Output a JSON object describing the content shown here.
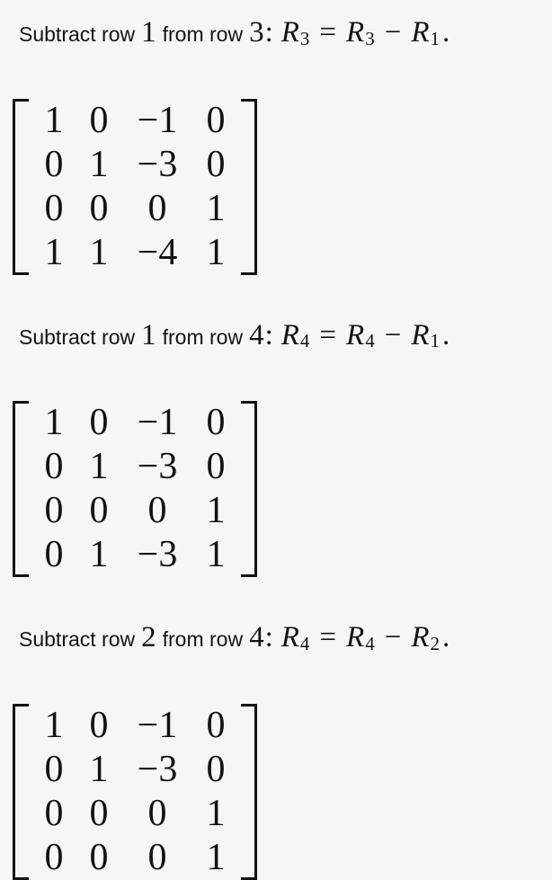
{
  "page": {
    "background": "#f6f6f6",
    "text_color": "#131313"
  },
  "steps": [
    {
      "text": {
        "part1": "Subtract row",
        "num1": "1",
        "part2": "from row",
        "num2": "3",
        "colon": ":",
        "r1": "R",
        "s1": "3",
        "eq": "=",
        "r2": "R",
        "s2": "3",
        "minus": "−",
        "r3": "R",
        "s3": "1",
        "dot": "."
      },
      "matrix": [
        [
          "1",
          "0",
          "−1",
          "0"
        ],
        [
          "0",
          "1",
          "−3",
          "0"
        ],
        [
          "0",
          "0",
          "0",
          "1"
        ],
        [
          "1",
          "1",
          "−4",
          "1"
        ]
      ]
    },
    {
      "text": {
        "part1": "Subtract row",
        "num1": "1",
        "part2": "from row",
        "num2": "4",
        "colon": ":",
        "r1": "R",
        "s1": "4",
        "eq": "=",
        "r2": "R",
        "s2": "4",
        "minus": "−",
        "r3": "R",
        "s3": "1",
        "dot": "."
      },
      "matrix": [
        [
          "1",
          "0",
          "−1",
          "0"
        ],
        [
          "0",
          "1",
          "−3",
          "0"
        ],
        [
          "0",
          "0",
          "0",
          "1"
        ],
        [
          "0",
          "1",
          "−3",
          "1"
        ]
      ]
    },
    {
      "text": {
        "part1": "Subtract row",
        "num1": "2",
        "part2": "from row",
        "num2": "4",
        "colon": ":",
        "r1": "R",
        "s1": "4",
        "eq": "=",
        "r2": "R",
        "s2": "4",
        "minus": "−",
        "r3": "R",
        "s3": "2",
        "dot": "."
      },
      "matrix": [
        [
          "1",
          "0",
          "−1",
          "0"
        ],
        [
          "0",
          "1",
          "−3",
          "0"
        ],
        [
          "0",
          "0",
          "0",
          "1"
        ],
        [
          "0",
          "0",
          "0",
          "1"
        ]
      ]
    }
  ]
}
